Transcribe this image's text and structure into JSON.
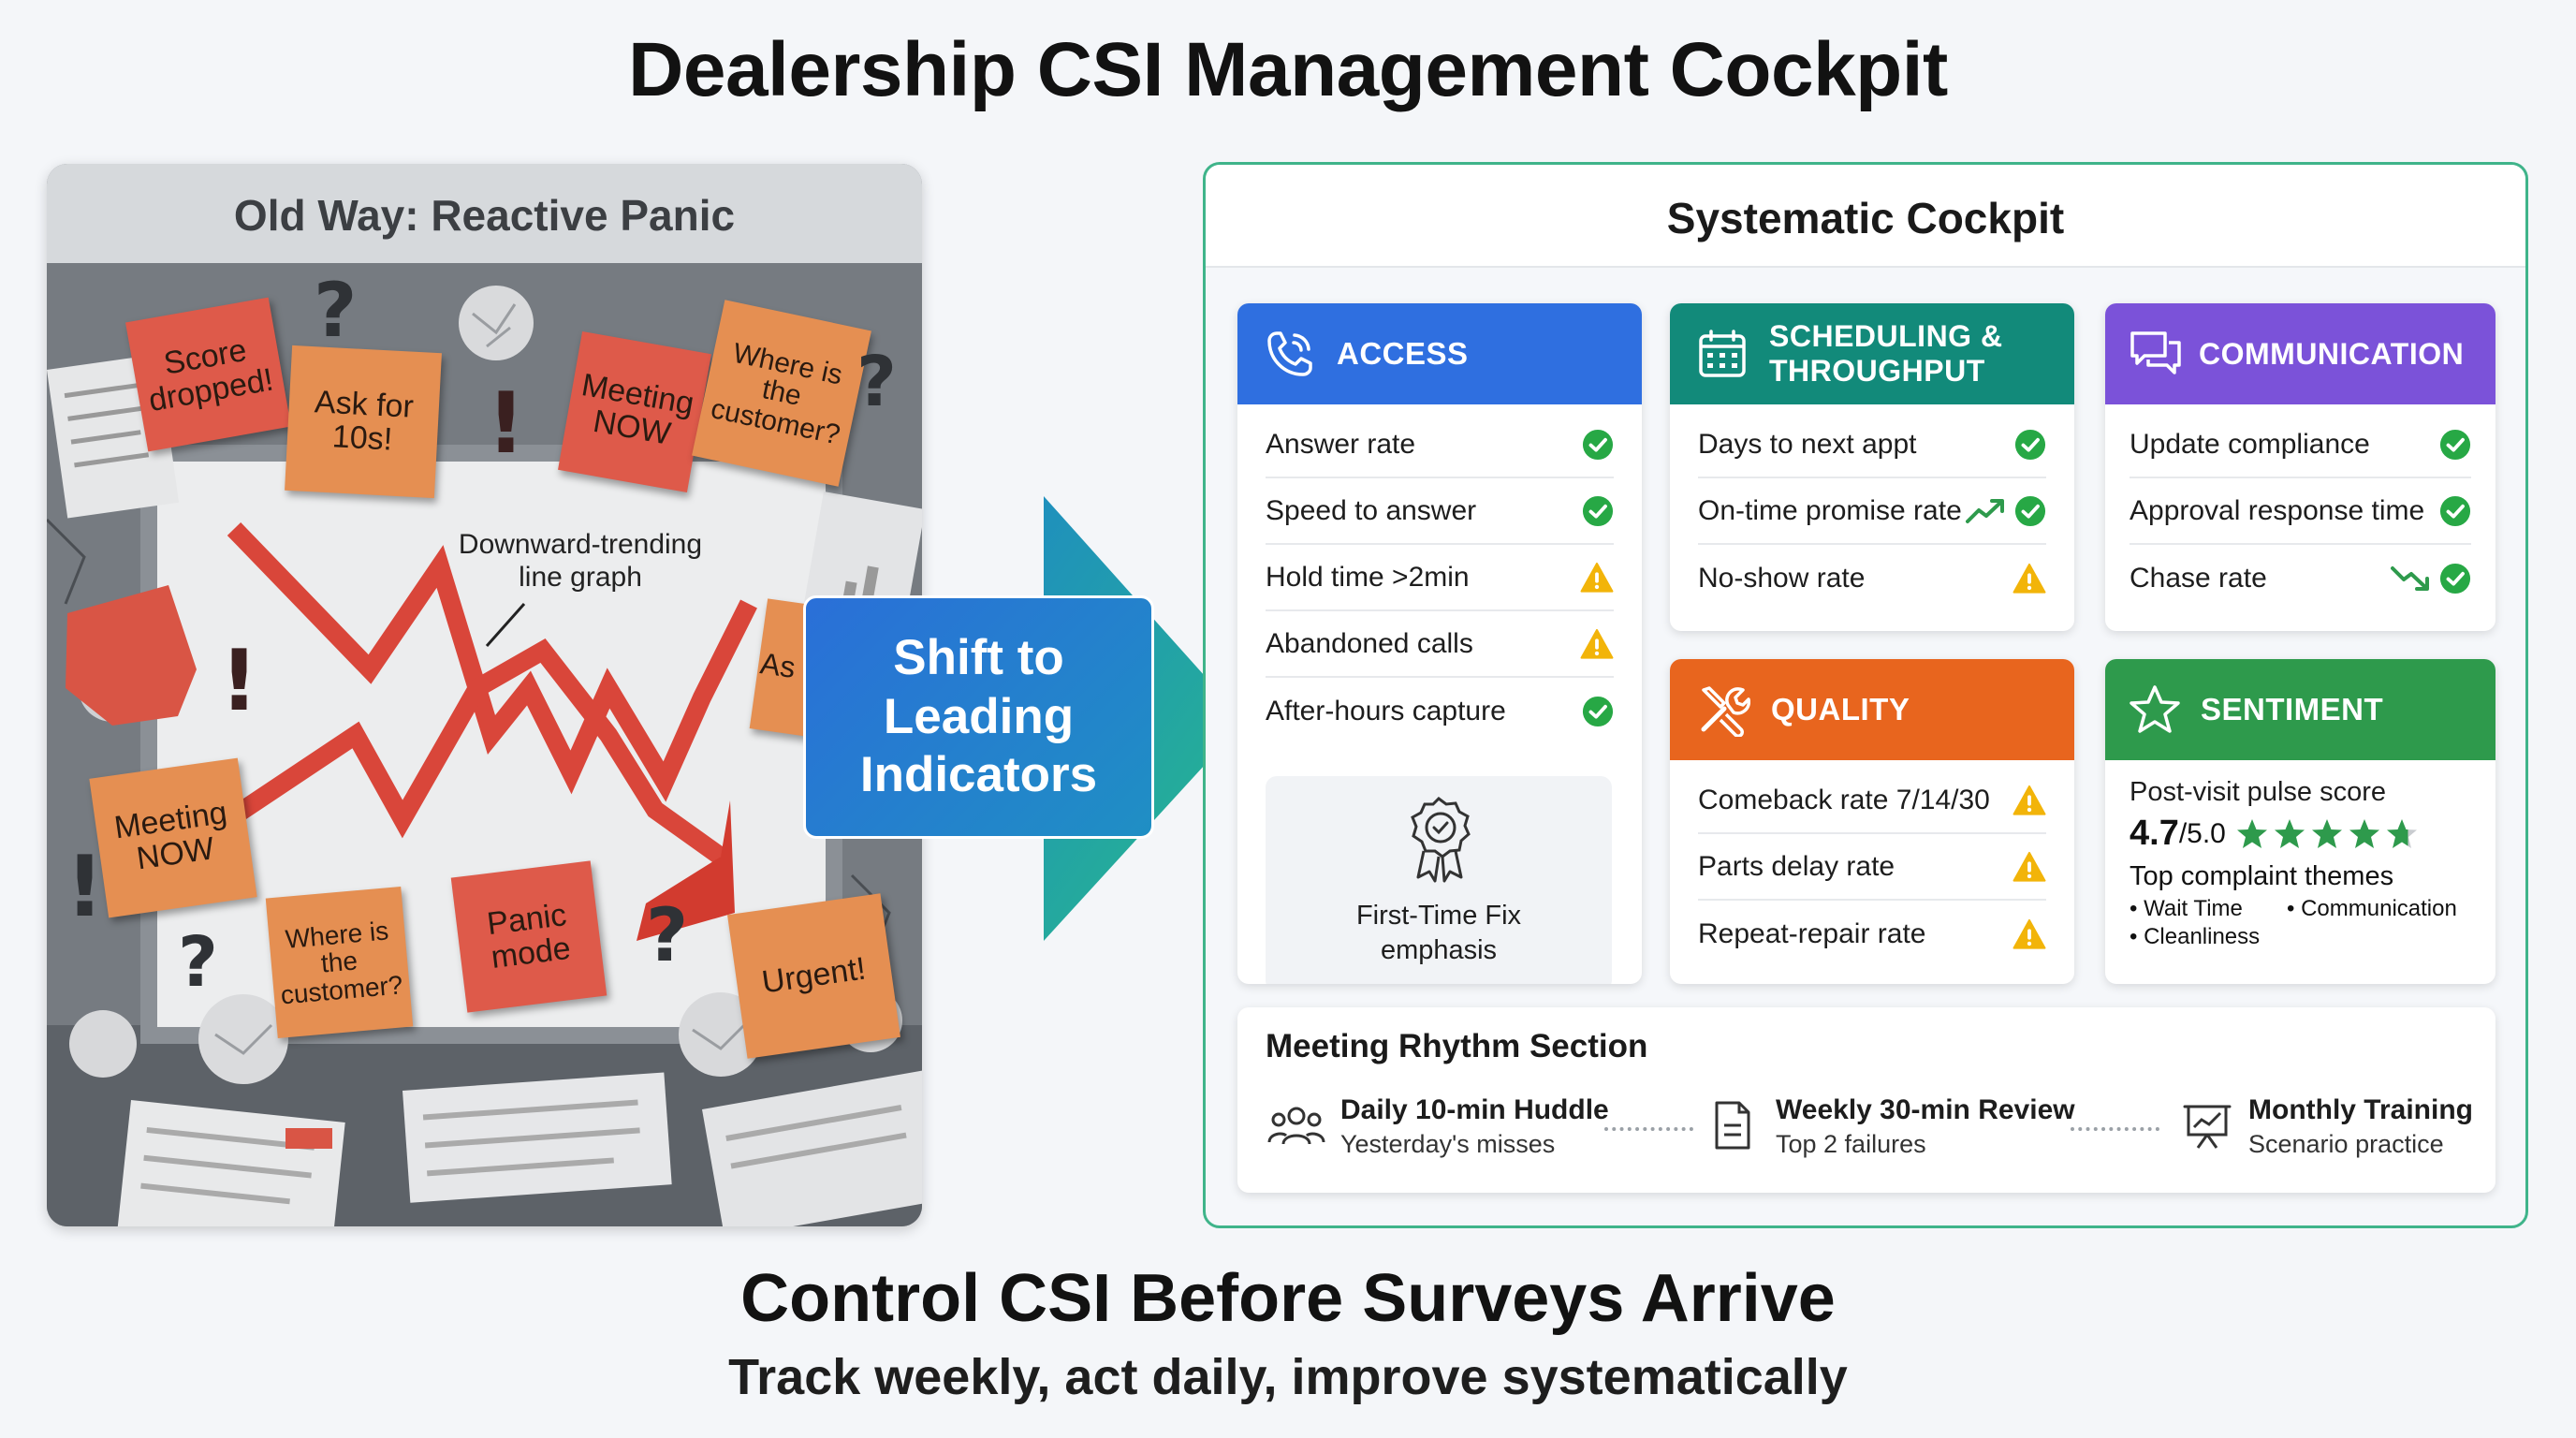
{
  "title": "Dealership CSI Management Cockpit",
  "old_way": {
    "title": "Old Way: Reactive Panic",
    "chart_label": "Downward-trending line graph",
    "notes": {
      "score_dropped": "Score dropped!",
      "ask_for_10s": "Ask for 10s!",
      "meeting_now_top": "Meeting NOW",
      "where_customer_top": "Where is the customer?",
      "ask_partial": "As as",
      "meeting_now_left": "Meeting NOW",
      "where_customer_bottom": "Where is the customer?",
      "panic_mode": "Panic mode",
      "urgent": "Urgent!"
    }
  },
  "shift": {
    "label": "Shift to Leading Indicators"
  },
  "cockpit": {
    "title": "Systematic Cockpit",
    "access": {
      "title": "ACCESS",
      "color": "#2f6fe0",
      "rows": [
        {
          "label": "Answer rate",
          "status": "ok"
        },
        {
          "label": "Speed to answer",
          "status": "ok"
        },
        {
          "label": "Hold time >2min",
          "status": "warn"
        },
        {
          "label": "Abandoned calls",
          "status": "warn"
        },
        {
          "label": "After-hours capture",
          "status": "ok"
        }
      ],
      "highlight": "First-Time Fix emphasis"
    },
    "scheduling": {
      "title": "SCHEDULING & THROUGHPUT",
      "color": "#128a7a",
      "rows": [
        {
          "label": "Days to next appt",
          "status": "ok"
        },
        {
          "label": "On-time promise rate",
          "status": "ok",
          "trend": "up"
        },
        {
          "label": "No-show rate",
          "status": "warn"
        }
      ]
    },
    "communication": {
      "title": "COMMUNICATION",
      "color": "#7b52d9",
      "rows": [
        {
          "label": "Update compliance",
          "status": "ok"
        },
        {
          "label": "Approval response time",
          "status": "ok"
        },
        {
          "label": "Chase rate",
          "status": "ok",
          "trend": "down"
        }
      ]
    },
    "quality": {
      "title": "QUALITY",
      "color": "#e8651e",
      "rows": [
        {
          "label": "Comeback rate 7/14/30",
          "status": "warn"
        },
        {
          "label": "Parts delay rate",
          "status": "warn"
        },
        {
          "label": "Repeat-repair rate",
          "status": "warn"
        }
      ]
    },
    "sentiment": {
      "title": "SENTIMENT",
      "color": "#2e9a4c",
      "pulse_label": "Post-visit pulse score",
      "score": "4.7",
      "score_max": "/5.0",
      "stars": 4.7,
      "themes_label": "Top complaint themes",
      "themes": [
        "Wait Time",
        "Communication",
        "Cleanliness"
      ]
    },
    "meeting": {
      "title": "Meeting Rhythm Section",
      "items": [
        {
          "title": "Daily 10-min Huddle",
          "sub": "Yesterday's misses",
          "icon": "people-icon"
        },
        {
          "title": "Weekly 30-min Review",
          "sub": "Top 2 failures",
          "icon": "document-icon"
        },
        {
          "title": "Monthly Training",
          "sub": "Scenario practice",
          "icon": "presentation-icon"
        }
      ]
    }
  },
  "footer": {
    "headline": "Control CSI Before Surveys Arrive",
    "subline": "Track weekly, act daily, improve systematically"
  },
  "colors": {
    "ok": "#27a845",
    "warn": "#f2b409",
    "trend": "#2e9a4c",
    "star": "#2e9a4c"
  }
}
